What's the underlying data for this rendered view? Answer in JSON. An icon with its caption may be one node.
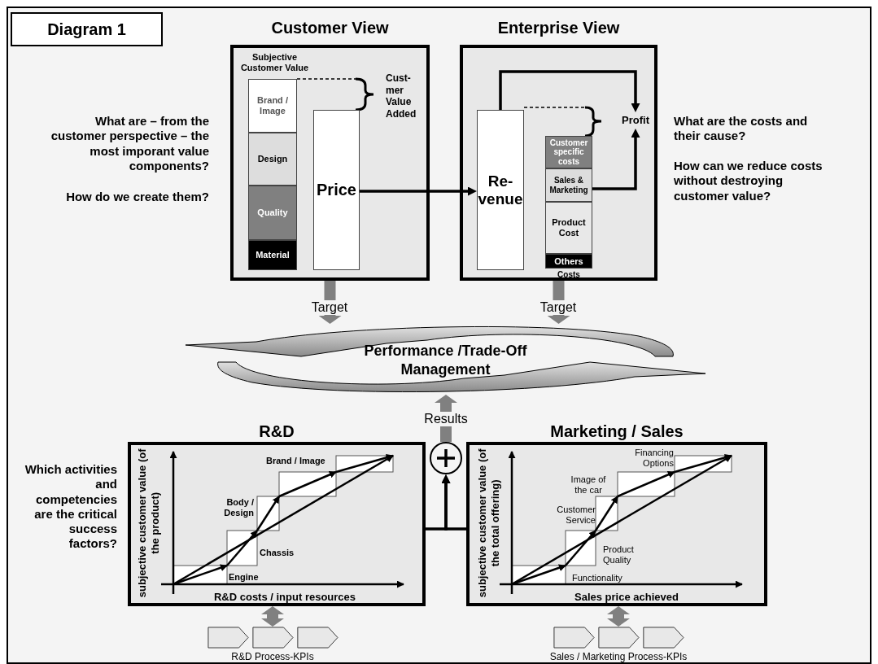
{
  "diagram": {
    "title": "Diagram 1",
    "nodes": [
      {
        "text": [
          "Customer View"
        ],
        "beside": [
          "What are – from the customer perspective – the most imporant value components?",
          "How do we create them?"
        ]
      },
      {
        "text": [
          "Brand / Image"
        ],
        "in": 0
      },
      {
        "text": [
          "Design"
        ],
        "in": 0
      },
      {
        "text": [
          "Quality"
        ],
        "in": 0
      },
      {
        "text": [
          "Material"
        ],
        "in": 0
      },
      {
        "text": [
          "Price"
        ],
        "in": 0
      },
      {
        "text": [
          "Enterprise View"
        ],
        "beside": [
          "What are the costs and their cause?",
          "How can we reduce costs without destroying customer value?"
        ]
      },
      {
        "text": [
          "Re- venue"
        ],
        "in": 6
      },
      {
        "text": [
          "Customer specific costs"
        ],
        "in": 6
      },
      {
        "text": [
          "Sales & Marketing"
        ],
        "in": 6
      },
      {
        "text": [
          "Product Cost"
        ],
        "in": 6
      },
      {
        "text": [
          "Others"
        ],
        "in": 6
      },
      {
        "text": [
          "Profit"
        ],
        "in": 6
      },
      {
        "text": [
          "Performance /Trade-Off Management"
        ]
      },
      {
        "text": [],
        "shape": "circle"
      },
      {
        "text": [
          "R&D"
        ],
        "beside": [
          "Which activities and competencies are the critical success factors?"
        ]
      },
      {
        "text": [
          "Marketing / Sales"
        ]
      },
      {
        "text": [
          "R&D Process-KPIs"
        ]
      },
      {
        "text": [
          "Sales / Marketing Process-KPIs"
        ]
      }
    ],
    "edges": [
      {
        "from": 5,
        "to": 7,
        "arrow": "to"
      },
      {
        "from": 7,
        "to": 12,
        "arrow": "to"
      },
      {
        "from": 9,
        "to": 12,
        "arrow": "to"
      },
      {
        "from": 0,
        "to": 13,
        "arrow": "to",
        "label": "Target",
        "style": "thick",
        "color": "#808080"
      },
      {
        "from": 6,
        "to": 13,
        "arrow": "to",
        "label": "Target",
        "style": "thick",
        "color": "#808080"
      },
      {
        "from": 14,
        "to": 13,
        "arrow": "to",
        "label": "Results",
        "style": "thick",
        "color": "#808080"
      },
      {
        "from": 15,
        "to": 14,
        "arrow": "to"
      },
      {
        "from": 16,
        "to": 14,
        "arrow": "to"
      },
      {
        "from": 15,
        "to": 17,
        "arrow": "both",
        "style": "thick",
        "color": "#808080"
      },
      {
        "from": 16,
        "to": 18,
        "arrow": "both",
        "style": "thick",
        "color": "#808080"
      }
    ],
    "labels": [
      "Subjective Customer Value",
      "Cust- mer Value Added",
      "Costs",
      "subjective customer value (of the product)",
      "Brand / Image",
      "Body / Design",
      "Chassis",
      "Engine",
      "R&D costs / input resources",
      "subjective customer value (of the total offering)",
      "Financing Options",
      "Image of the car",
      "Customer Service",
      "Product Quality",
      "Functionality",
      "Sales price achieved"
    ]
  }
}
